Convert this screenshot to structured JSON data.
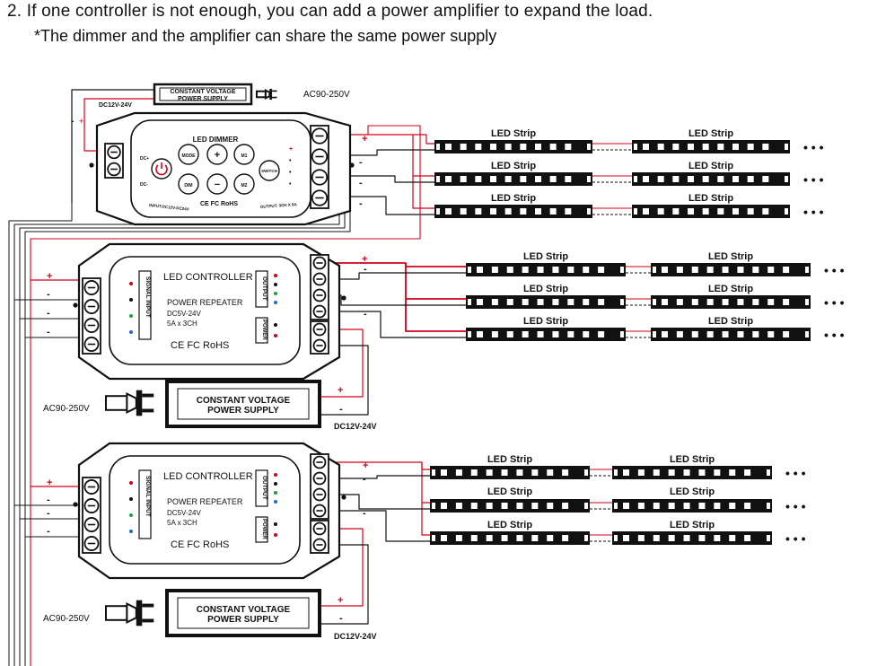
{
  "heading": "2. If one controller is not enough, you can add a power amplifier to expand the load.",
  "note": "*The dimmer and the amplifier can share the same power supply",
  "psu": {
    "label_line1": "CONSTANT VOLTAGE",
    "label_line2": "POWER SUPPLY",
    "ac_label": "AC90-250V",
    "dc_label": "DC12V-24V"
  },
  "dimmer": {
    "title": "LED DIMMER",
    "btn_mode": "MODE",
    "btn_m1": "M1",
    "btn_m2": "M2",
    "btn_dim": "DIM",
    "btn_switch": "SWITCH",
    "dc_plus": "DC+",
    "dc_minus": "DC-",
    "input_text": "INPUT:DC12V-DC24V",
    "output_text": "OUTPUT: 3CH X 8A",
    "cert": "CE FC RoHS"
  },
  "amplifier": {
    "title": "LED CONTROLLER",
    "line1": "POWER REPEATER",
    "line2": "DC5V-24V",
    "line3": "5A x 3CH",
    "cert": "CE FC RoHS",
    "signal_input": "SIGNAL INPUT",
    "output": "OUTPUT",
    "power": "POWER"
  },
  "strip": {
    "label": "LED Strip",
    "continuation": "• • •"
  },
  "wire": {
    "plus": "+",
    "minus": "-"
  },
  "colors": {
    "red_wire": "#d0021b",
    "black": "#111111"
  }
}
